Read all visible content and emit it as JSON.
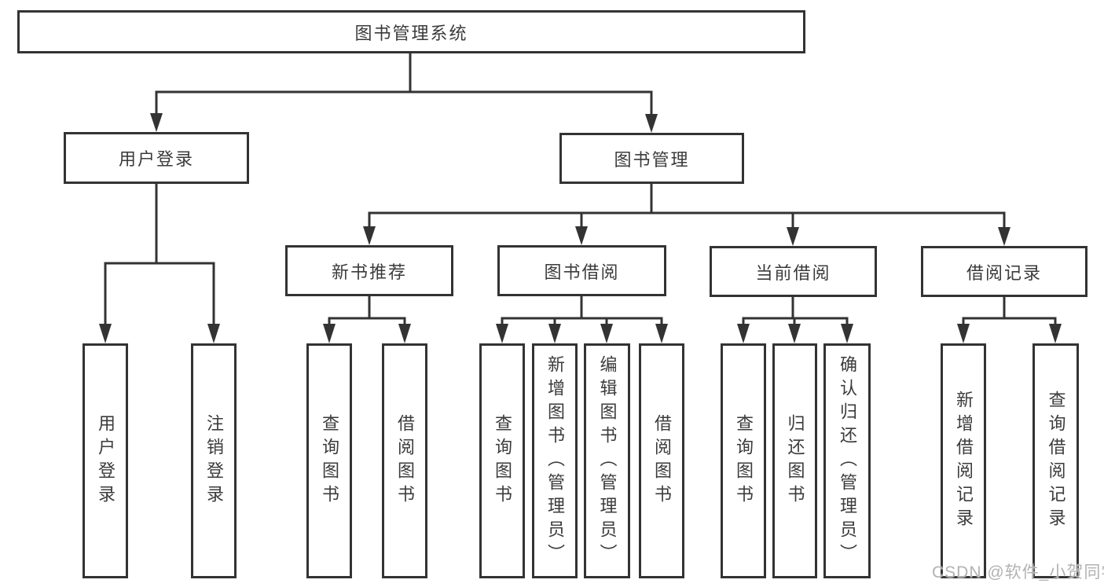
{
  "diagram": {
    "root": {
      "label": "图书管理系统"
    },
    "level2": [
      {
        "label": "用户登录"
      },
      {
        "label": "图书管理"
      }
    ],
    "level3": [
      {
        "label": "新书推荐"
      },
      {
        "label": "图书借阅"
      },
      {
        "label": "当前借阅"
      },
      {
        "label": "借阅记录"
      }
    ],
    "leaves": [
      {
        "label": "用户登录"
      },
      {
        "label": "注销登录"
      },
      {
        "label": "查询图书"
      },
      {
        "label": "借阅图书"
      },
      {
        "label": "查询图书"
      },
      {
        "label": "新增图书（管理员）"
      },
      {
        "label": "编辑图书（管理员）"
      },
      {
        "label": "借阅图书"
      },
      {
        "label": "查询图书"
      },
      {
        "label": "归还图书"
      },
      {
        "label": "确认归还（管理员）"
      },
      {
        "label": "新增借阅记录"
      },
      {
        "label": "查询借阅记录"
      }
    ]
  },
  "watermark": {
    "text": "CSDN @软件_小贺同学"
  },
  "colors": {
    "line": "#333333",
    "text": "#3b3b3b",
    "box_background": "#ffffff",
    "page_background": "#ffffff",
    "watermark": "#b2b2b2"
  }
}
